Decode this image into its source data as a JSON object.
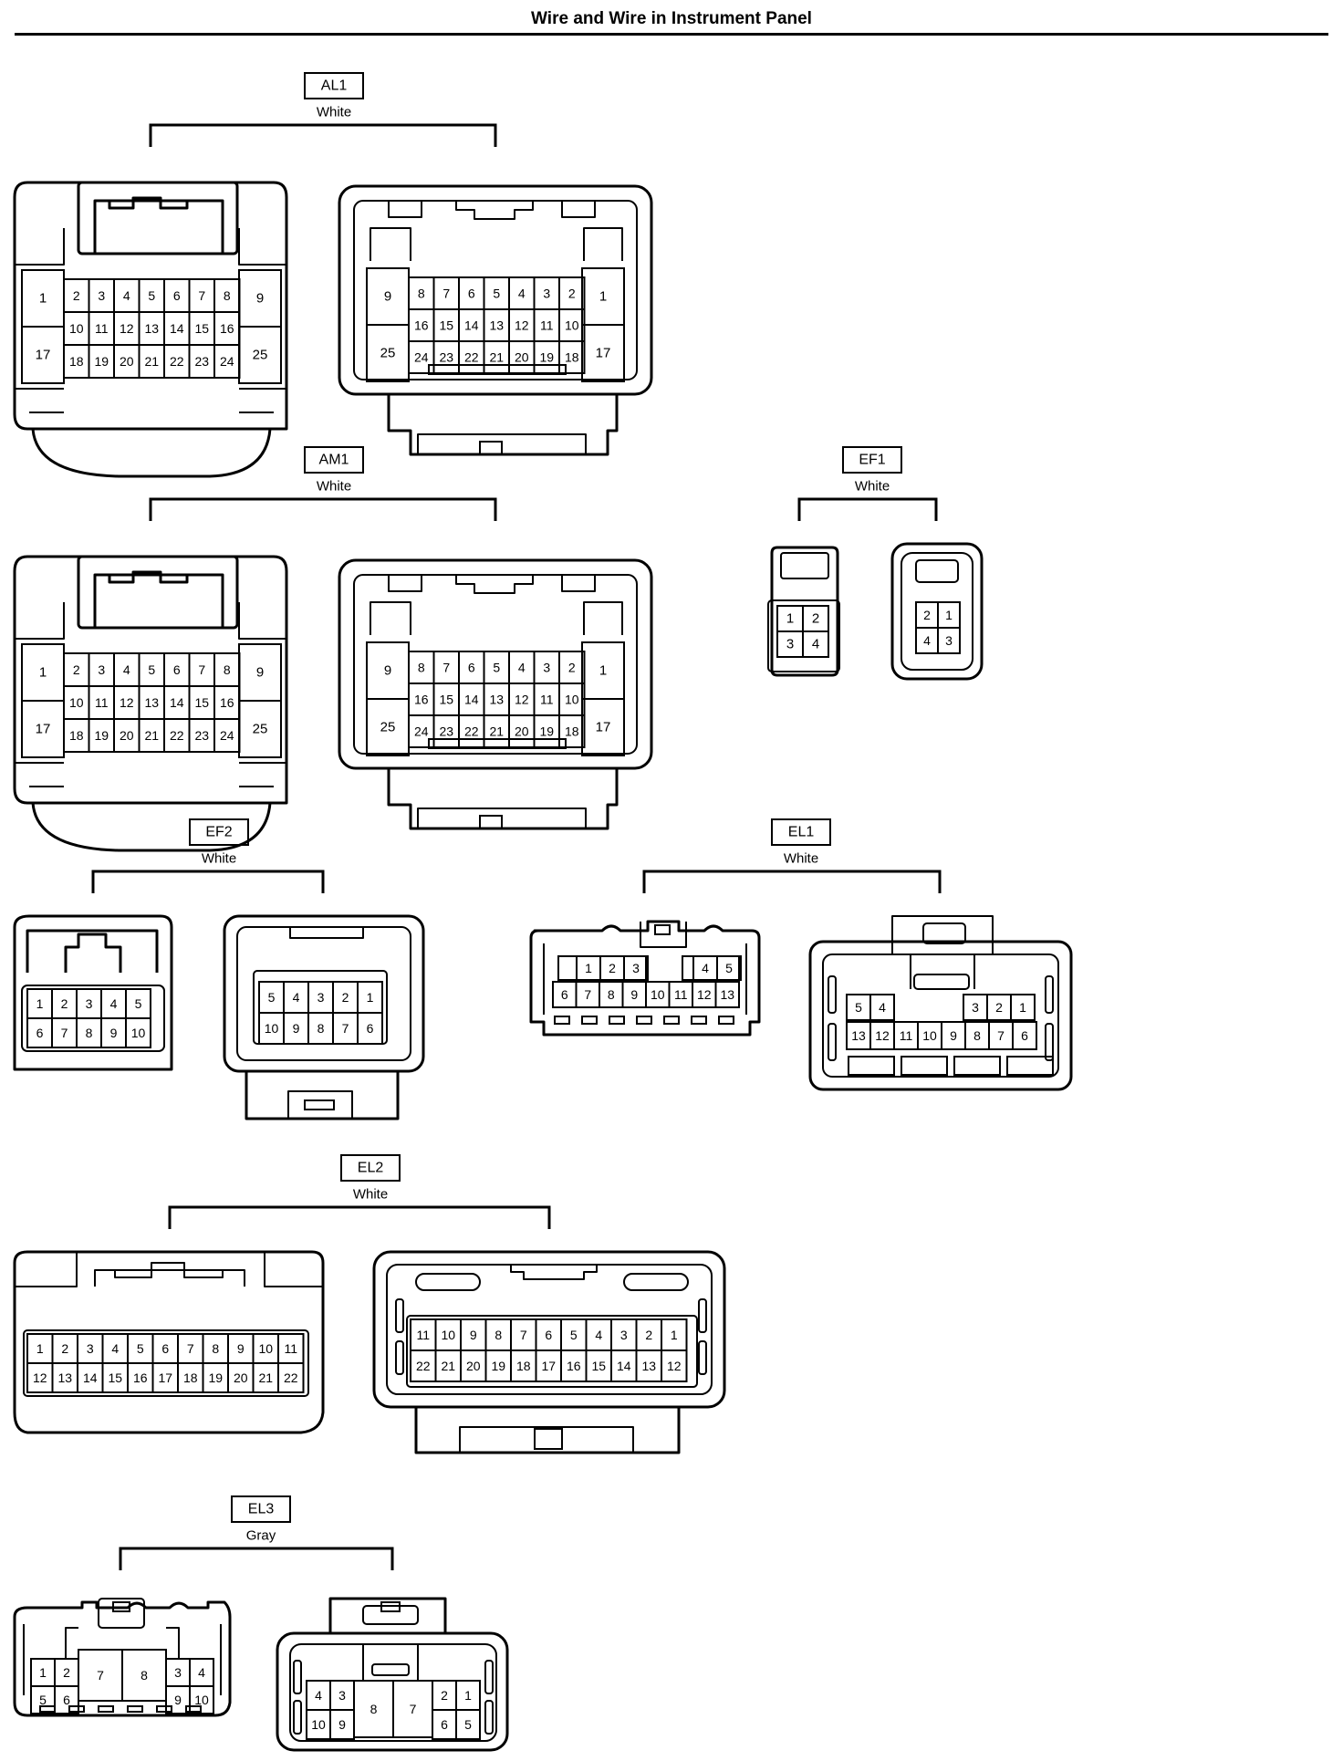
{
  "title": "Wire and Wire in Instrument Panel",
  "connectors": [
    {
      "code": "AL1",
      "color": "White",
      "sides": [
        {
          "rows": [
            [
              "2",
              "3",
              "4",
              "5",
              "6",
              "7",
              "8"
            ],
            [
              "10",
              "11",
              "12",
              "13",
              "14",
              "15",
              "16"
            ],
            [
              "18",
              "19",
              "20",
              "21",
              "22",
              "23",
              "24"
            ]
          ],
          "left": [
            "1",
            "17"
          ],
          "right": [
            "9",
            "25"
          ]
        },
        {
          "rows": [
            [
              "8",
              "7",
              "6",
              "5",
              "4",
              "3",
              "2"
            ],
            [
              "16",
              "15",
              "14",
              "13",
              "12",
              "11",
              "10"
            ],
            [
              "24",
              "23",
              "22",
              "21",
              "20",
              "19",
              "18"
            ]
          ],
          "left": [
            "9",
            "25"
          ],
          "right": [
            "1",
            "17"
          ]
        }
      ]
    },
    {
      "code": "AM1",
      "color": "White",
      "sides": [
        {
          "rows": [
            [
              "2",
              "3",
              "4",
              "5",
              "6",
              "7",
              "8"
            ],
            [
              "10",
              "11",
              "12",
              "13",
              "14",
              "15",
              "16"
            ],
            [
              "18",
              "19",
              "20",
              "21",
              "22",
              "23",
              "24"
            ]
          ],
          "left": [
            "1",
            "17"
          ],
          "right": [
            "9",
            "25"
          ]
        },
        {
          "rows": [
            [
              "8",
              "7",
              "6",
              "5",
              "4",
              "3",
              "2"
            ],
            [
              "16",
              "15",
              "14",
              "13",
              "12",
              "11",
              "10"
            ],
            [
              "24",
              "23",
              "22",
              "21",
              "20",
              "19",
              "18"
            ]
          ],
          "left": [
            "9",
            "25"
          ],
          "right": [
            "1",
            "17"
          ]
        }
      ]
    },
    {
      "code": "EF1",
      "color": "White",
      "sides": [
        {
          "rows": [
            [
              "1",
              "2"
            ],
            [
              "3",
              "4"
            ]
          ]
        },
        {
          "rows": [
            [
              "2",
              "1"
            ],
            [
              "4",
              "3"
            ]
          ]
        }
      ]
    },
    {
      "code": "EF2",
      "color": "White",
      "sides": [
        {
          "rows": [
            [
              "1",
              "2",
              "3",
              "4",
              "5"
            ],
            [
              "6",
              "7",
              "8",
              "9",
              "10"
            ]
          ]
        },
        {
          "rows": [
            [
              "5",
              "4",
              "3",
              "2",
              "1"
            ],
            [
              "10",
              "9",
              "8",
              "7",
              "6"
            ]
          ]
        }
      ]
    },
    {
      "code": "EL1",
      "color": "White",
      "sides": [
        {
          "rows": [
            [
              "1",
              "2",
              "3",
              "4",
              "5"
            ],
            [
              "6",
              "7",
              "8",
              "9",
              "10",
              "11",
              "12",
              "13"
            ]
          ]
        },
        {
          "rows": [
            [
              "5",
              "4",
              "3",
              "2",
              "1"
            ],
            [
              "13",
              "12",
              "11",
              "10",
              "9",
              "8",
              "7",
              "6"
            ]
          ]
        }
      ]
    },
    {
      "code": "EL2",
      "color": "White",
      "sides": [
        {
          "rows": [
            [
              "1",
              "2",
              "3",
              "4",
              "5",
              "6",
              "7",
              "8",
              "9",
              "10",
              "11"
            ],
            [
              "12",
              "13",
              "14",
              "15",
              "16",
              "17",
              "18",
              "19",
              "20",
              "21",
              "22"
            ]
          ]
        },
        {
          "rows": [
            [
              "11",
              "10",
              "9",
              "8",
              "7",
              "6",
              "5",
              "4",
              "3",
              "2",
              "1"
            ],
            [
              "22",
              "21",
              "20",
              "19",
              "18",
              "17",
              "16",
              "15",
              "14",
              "13",
              "12"
            ]
          ]
        }
      ]
    },
    {
      "code": "EL3",
      "color": "Gray",
      "sides": [
        {
          "rows": [
            [
              "1",
              "2",
              "3",
              "4"
            ],
            [
              "5",
              "6",
              "9",
              "10"
            ]
          ],
          "center": [
            "7",
            "8"
          ]
        },
        {
          "rows": [
            [
              "4",
              "3",
              "2",
              "1"
            ],
            [
              "10",
              "9",
              "6",
              "5"
            ]
          ],
          "center": [
            "8",
            "7"
          ]
        }
      ]
    }
  ]
}
